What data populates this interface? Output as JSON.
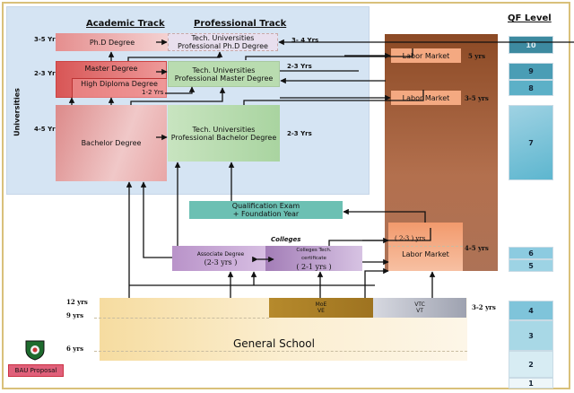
{
  "universities": {
    "section_label": "Universities",
    "academic_track_title": "Academic Track",
    "professional_track_title": "Professional Track",
    "phd": {
      "label": "Ph.D Degree",
      "duration": "3-5 Yrs"
    },
    "tech_phd": {
      "line1": "Tech. Universities",
      "line2": "Professional Ph.D Degree",
      "duration": "3- 4 Yrs"
    },
    "master": {
      "label": "Master Degree",
      "duration": "2-3 Yrs"
    },
    "high_diploma": {
      "label": "High Diploma Degree",
      "duration": "1-2 Yrs"
    },
    "tech_master": {
      "line1": "Tech. Universities",
      "line2": "Professional Master Degree",
      "duration": "2-3 Yrs"
    },
    "bachelor": {
      "label": "Bachelor Degree",
      "duration": "4-5 Yrs"
    },
    "tech_bachelor": {
      "line1": "Tech. Universities",
      "line2": "Professional Bachelor Degree",
      "duration": "2-3 Yrs"
    }
  },
  "qualification": {
    "line1": "Qualification Exam",
    "line2": "+ Foundation Year"
  },
  "colleges": {
    "label": "Colleges",
    "associate": {
      "label": "Associate Degree",
      "duration": "(2-3 yrs )"
    },
    "tech_certificate": {
      "line1": "Colleges Tech.",
      "line2": "certificate",
      "duration": "( 2-1 yrs )"
    }
  },
  "labor_market": {
    "top": {
      "label": "Labor Market",
      "duration": "5 yrs"
    },
    "middle": {
      "label": "Labor Market",
      "duration": "3-5 yrs"
    },
    "bottom": {
      "label": "Labor Market",
      "inner_duration": "( 2-3 ) yrs",
      "duration": "4-5 yrs"
    }
  },
  "school": {
    "label": "General School",
    "moe": {
      "line1": "MoE",
      "line2": "VE"
    },
    "vtc": {
      "line1": "VTC",
      "line2": "VT"
    },
    "vocational_duration": "3-2 yrs",
    "year_marks": [
      "12 yrs",
      "9 yrs",
      "6 yrs"
    ]
  },
  "qf": {
    "title": "QF Level",
    "levels": [
      "10",
      "9",
      "8",
      "7",
      "6",
      "5",
      "4",
      "3",
      "2",
      "1"
    ]
  },
  "badge": {
    "label": "BAU Proposal",
    "logo": "bau-shield-logo"
  },
  "colors": {
    "academic": "#e58e8e",
    "professional": "#b9dcb0",
    "university_panel": "#d5e4f3",
    "labor_market": "#f4a981",
    "labor_column": "#8c4a25",
    "qualification": "#6cc0b3",
    "colleges": "#b993c9",
    "school": "#f6dca0",
    "moe": "#b68a2c",
    "vtc": "#b7bac6",
    "qf_dark": "#2f7f96",
    "qf_light": "#e6f2f7",
    "badge": "#e0607a"
  }
}
